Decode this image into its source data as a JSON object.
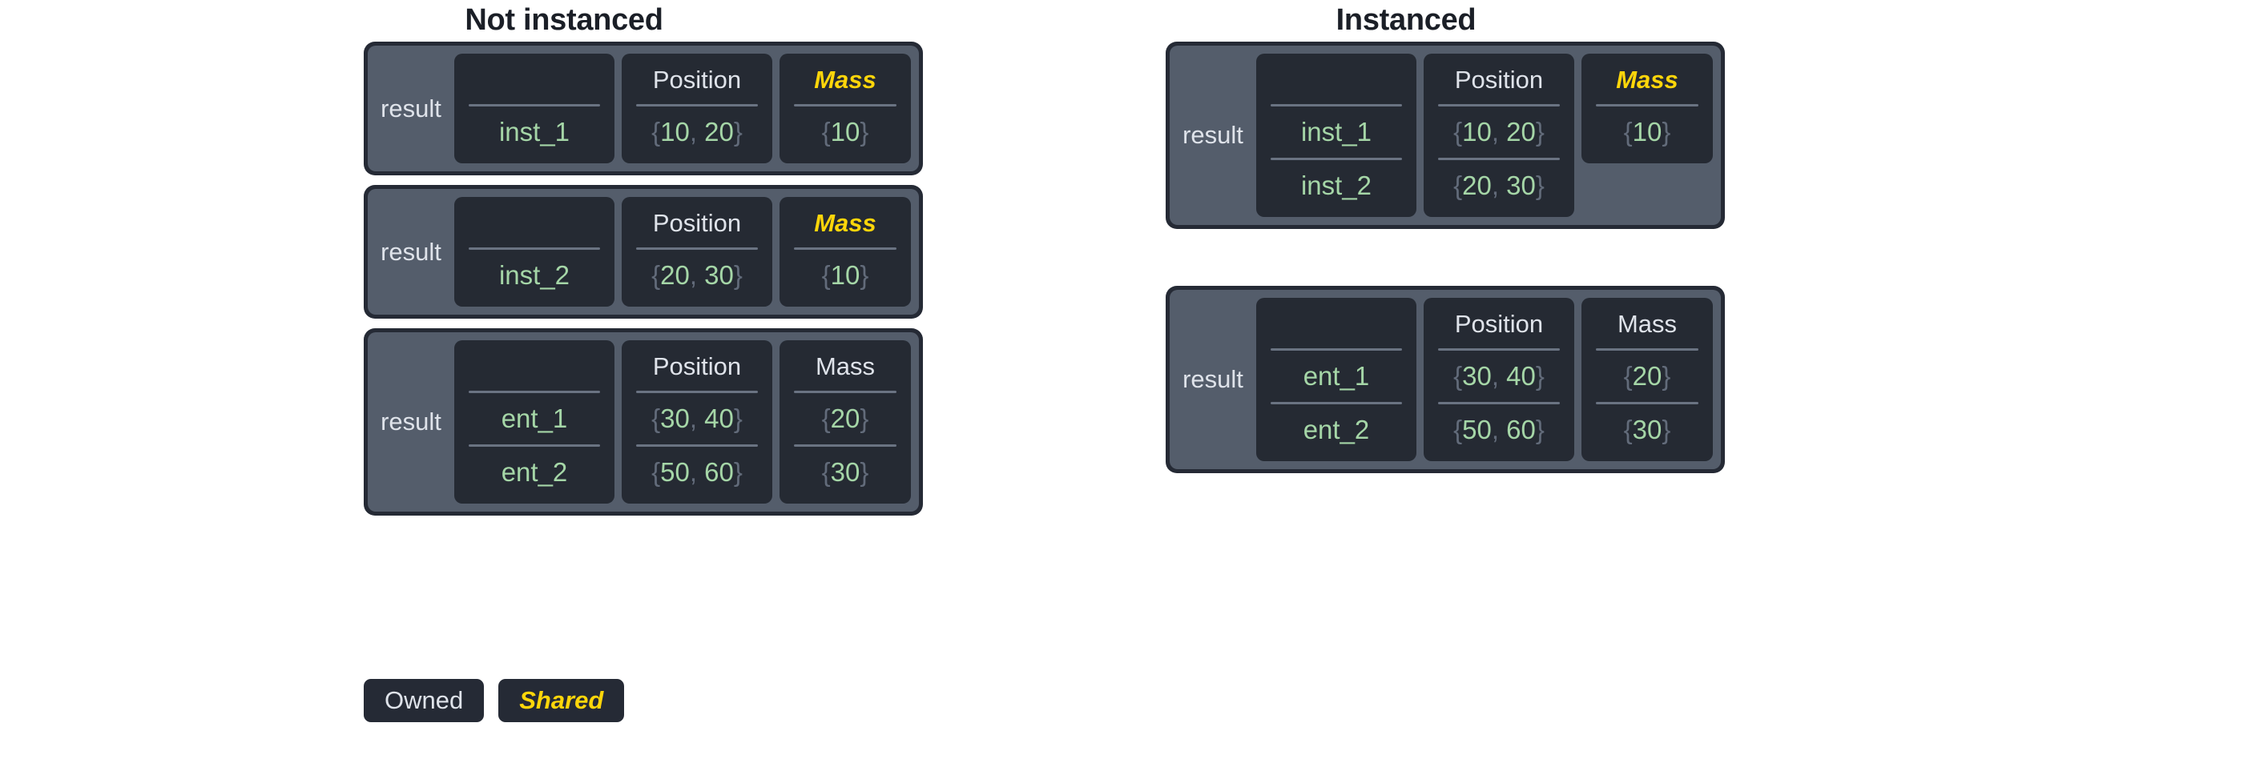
{
  "diagram": {
    "title_left": "Not instanced",
    "title_right": "Instanced",
    "row_label": "result",
    "headers": {
      "name": "",
      "position": "Position",
      "mass": "Mass"
    },
    "legend": {
      "owned": "Owned",
      "shared": "Shared"
    },
    "colors": {
      "background": "#ffffff",
      "frame_border": "#252a35",
      "panel": "#545d6b",
      "column_block": "#252a33",
      "header_text": "#dfe3ea",
      "value_green": "#a5d6a7",
      "brace_gray": "#626b7a",
      "shared_yellow": "#ffd60a",
      "divider": "#6a7382",
      "title_text": "#1b1f27"
    }
  },
  "not_instanced": {
    "tables": [
      {
        "label": "result",
        "columns": [
          {
            "header": "",
            "shared": false,
            "values": [
              "inst_1"
            ]
          },
          {
            "header": "Position",
            "shared": false,
            "values": [
              "{10, 20}"
            ]
          },
          {
            "header": "Mass",
            "shared": true,
            "values": [
              "{10}"
            ]
          }
        ]
      },
      {
        "label": "result",
        "columns": [
          {
            "header": "",
            "shared": false,
            "values": [
              "inst_2"
            ]
          },
          {
            "header": "Position",
            "shared": false,
            "values": [
              "{20, 30}"
            ]
          },
          {
            "header": "Mass",
            "shared": true,
            "values": [
              "{10}"
            ]
          }
        ]
      },
      {
        "label": "result",
        "columns": [
          {
            "header": "",
            "shared": false,
            "values": [
              "ent_1",
              "ent_2"
            ]
          },
          {
            "header": "Position",
            "shared": false,
            "values": [
              "{30, 40}",
              "{50, 60}"
            ]
          },
          {
            "header": "Mass",
            "shared": false,
            "values": [
              "{20}",
              "{30}"
            ]
          }
        ]
      }
    ]
  },
  "instanced": {
    "tables": [
      {
        "label": "result",
        "columns": [
          {
            "header": "",
            "shared": false,
            "values": [
              "inst_1",
              "inst_2"
            ]
          },
          {
            "header": "Position",
            "shared": false,
            "values": [
              "{10, 20}",
              "{20, 30}"
            ]
          },
          {
            "header": "Mass",
            "shared": true,
            "values": [
              "{10}"
            ]
          }
        ]
      },
      {
        "label": "result",
        "columns": [
          {
            "header": "",
            "shared": false,
            "values": [
              "ent_1",
              "ent_2"
            ]
          },
          {
            "header": "Position",
            "shared": false,
            "values": [
              "{30, 40}",
              "{50, 60}"
            ]
          },
          {
            "header": "Mass",
            "shared": false,
            "values": [
              "{20}",
              "{30}"
            ]
          }
        ]
      }
    ]
  }
}
